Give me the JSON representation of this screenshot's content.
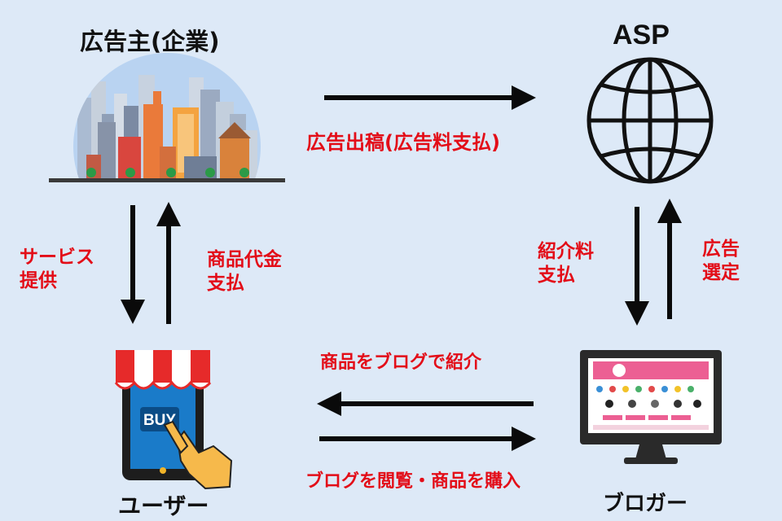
{
  "nodes": {
    "advertiser": "広告主(企業)",
    "asp": "ASP",
    "user": "ユーザー",
    "blogger": "ブロガー"
  },
  "edges": {
    "ad_placement": "広告出稿(広告料支払)",
    "service_provision": [
      "サービス",
      "提供"
    ],
    "product_payment": [
      "商品代金",
      "支払"
    ],
    "referral_fee": [
      "紹介料",
      "支払"
    ],
    "ad_selection": [
      "広告",
      "選定"
    ],
    "blog_introduction": "商品をブログで紹介",
    "blog_browse_purchase": "ブログを閲覧・商品を購入"
  },
  "icons": {
    "shop_button": "BUY"
  },
  "colors": {
    "background": "#dde9f7",
    "label_red": "#e30d18",
    "arrow": "#0a0a0a"
  }
}
